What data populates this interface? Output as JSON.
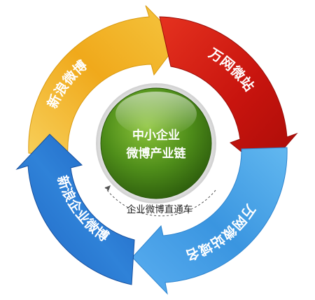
{
  "center": {
    "line1": "中小企业",
    "line2": "微博产业链"
  },
  "segments": [
    {
      "label": "新浪微博",
      "color": "#f2b71e"
    },
    {
      "label": "万网微站",
      "color": "#d81e14"
    },
    {
      "label": "万网微站域名",
      "color": "#3f9ae3"
    },
    {
      "label": "新浪企业微博",
      "color": "#2a77d4"
    }
  ],
  "channel_label": "企业微博直通车",
  "colors": {
    "center_green": "#5a9a1e",
    "center_dark": "#2b5a0c"
  }
}
